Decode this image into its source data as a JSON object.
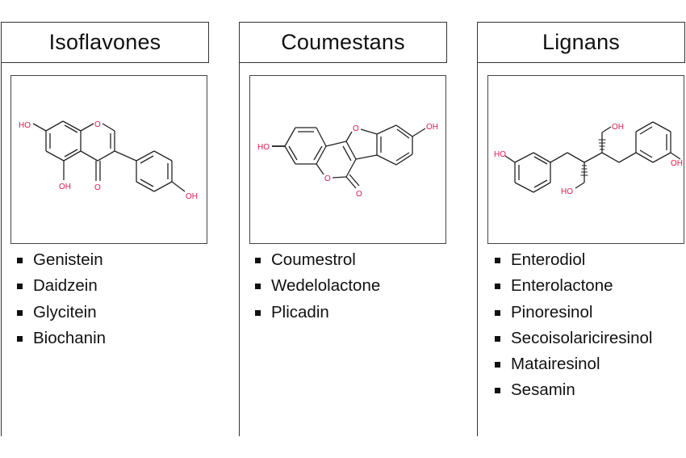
{
  "colors": {
    "border": "#333333",
    "bond": "#222222",
    "heteroatom": "#d81b4e",
    "text": "#111111"
  },
  "columns": [
    {
      "title": "Isoflavones",
      "structure_name": "isoflavone-structure",
      "atom_labels": {
        "ho7": "HO",
        "oh5": "OH",
        "o1": "O",
        "o4": "O",
        "oh4p": "OH"
      },
      "items": [
        "Genistein",
        "Daidzein",
        "Glycitein",
        "Biochanin"
      ]
    },
    {
      "title": "Coumestans",
      "structure_name": "coumestan-structure",
      "atom_labels": {
        "ho3": "HO",
        "o_furan": "O",
        "o_lactone": "O",
        "o_carbonyl": "O",
        "oh9": "OH"
      },
      "items": [
        "Coumestrol",
        "Wedelolactone",
        "Plicadin"
      ]
    },
    {
      "title": "Lignans",
      "structure_name": "lignan-structure",
      "atom_labels": {
        "ho_left": "HO",
        "oh_top": "OH",
        "ho_bottom": "HO",
        "oh_right": "OH"
      },
      "items": [
        "Enterodiol",
        "Enterolactone",
        "Pinoresinol",
        "Secoisolariciresinol",
        "Matairesinol",
        "Sesamin"
      ]
    }
  ]
}
